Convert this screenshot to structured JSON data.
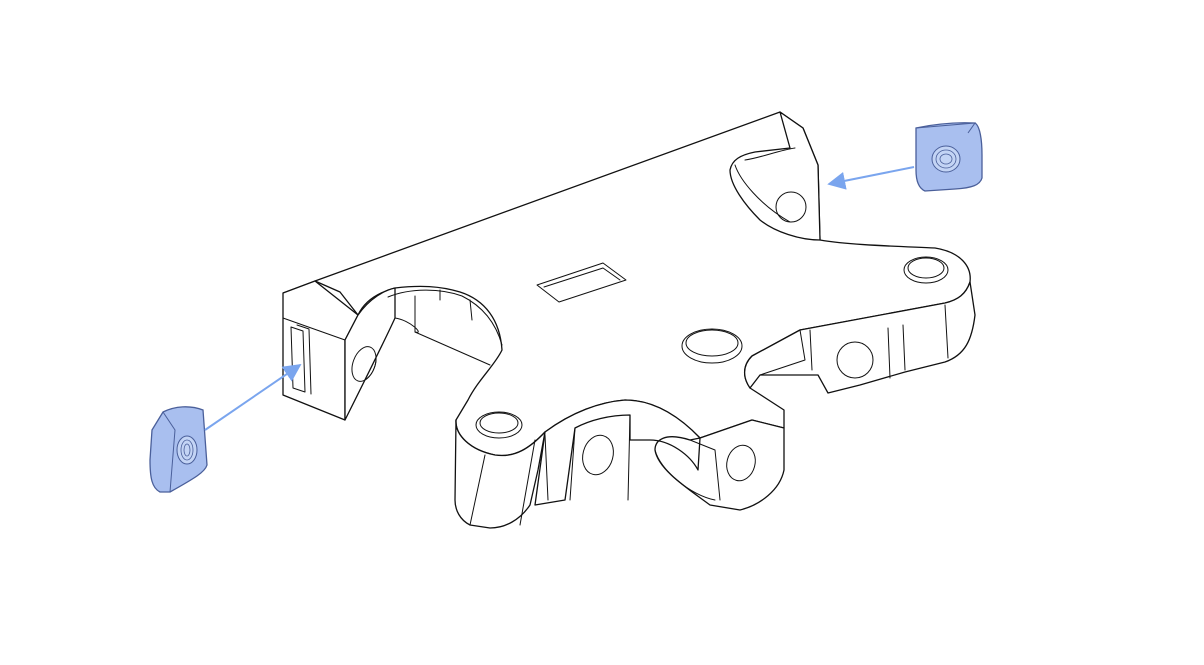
{
  "diagram": {
    "background": "#ffffff",
    "part": {
      "name": "bracket",
      "line_color": "#111111",
      "fill_color": "#ffffff"
    },
    "inserts": [
      {
        "name": "t-nut-left",
        "fill": "#a9bfef",
        "outline": "#4a5f9a"
      },
      {
        "name": "t-nut-right",
        "fill": "#a9bfef",
        "outline": "#4a5f9a"
      }
    ],
    "arrows": [
      {
        "name": "insert-arrow-left",
        "color": "#7aa5ee"
      },
      {
        "name": "insert-arrow-right",
        "color": "#7aa5ee"
      }
    ]
  }
}
